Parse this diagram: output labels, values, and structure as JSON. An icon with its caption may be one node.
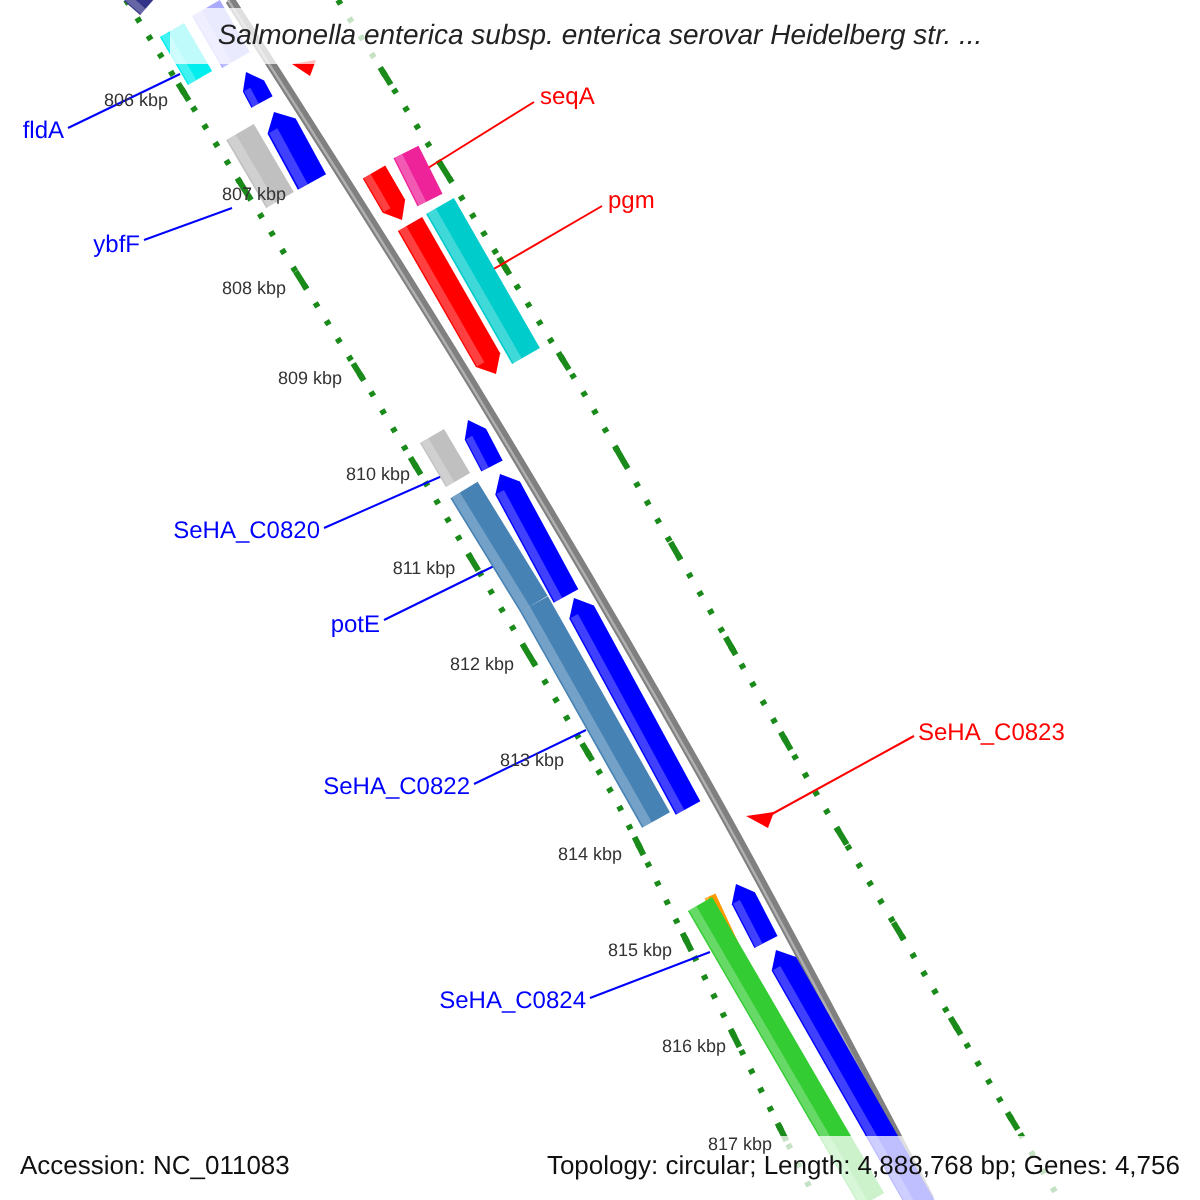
{
  "diagram": {
    "title": "Salmonella enterica subsp. enterica serovar Heidelberg str. ...",
    "nodes": [
      {
        "text": [
          "fldA"
        ]
      },
      {
        "text": [],
        "shape": "bar"
      },
      {
        "text": [
          "ybfF"
        ]
      },
      {
        "text": [],
        "shape": "bar"
      },
      {
        "text": [
          "seqA"
        ]
      },
      {
        "text": [],
        "shape": "bar"
      },
      {
        "text": [
          "pgm"
        ]
      },
      {
        "text": [],
        "shape": "bar"
      },
      {
        "text": [
          "SeHA_C0820"
        ]
      },
      {
        "text": [],
        "shape": "bar"
      },
      {
        "text": [
          "potE"
        ]
      },
      {
        "text": [],
        "shape": "bar"
      },
      {
        "text": [
          "SeHA_C0822"
        ]
      },
      {
        "text": [],
        "shape": "bar"
      },
      {
        "text": [
          "SeHA_C0823"
        ]
      },
      {
        "text": [],
        "shape": "triangle"
      },
      {
        "text": [
          "SeHA_C0824"
        ]
      },
      {
        "text": [],
        "shape": "bar"
      }
    ],
    "edges": [
      {
        "from": 0,
        "to": 1,
        "arrow": "none"
      },
      {
        "from": 2,
        "to": 3,
        "arrow": "none"
      },
      {
        "from": 4,
        "to": 5,
        "arrow": "none",
        "color": "#ff0000"
      },
      {
        "from": 6,
        "to": 7,
        "arrow": "none",
        "color": "#ff0000"
      },
      {
        "from": 8,
        "to": 9,
        "arrow": "none"
      },
      {
        "from": 10,
        "to": 11,
        "arrow": "none"
      },
      {
        "from": 12,
        "to": 13,
        "arrow": "none"
      },
      {
        "from": 14,
        "to": 15,
        "arrow": "none",
        "color": "#ff0000"
      },
      {
        "from": 16,
        "to": 17,
        "arrow": "none"
      }
    ],
    "labels": [
      "806 kbp",
      "807 kbp",
      "808 kbp",
      "809 kbp",
      "810 kbp",
      "811 kbp",
      "812 kbp",
      "813 kbp",
      "814 kbp",
      "815 kbp",
      "816 kbp",
      "817 kbp",
      "Accession: NC_011083",
      "Topology: circular; Length: 4,888,768 bp; Genes: 4,756"
    ]
  }
}
